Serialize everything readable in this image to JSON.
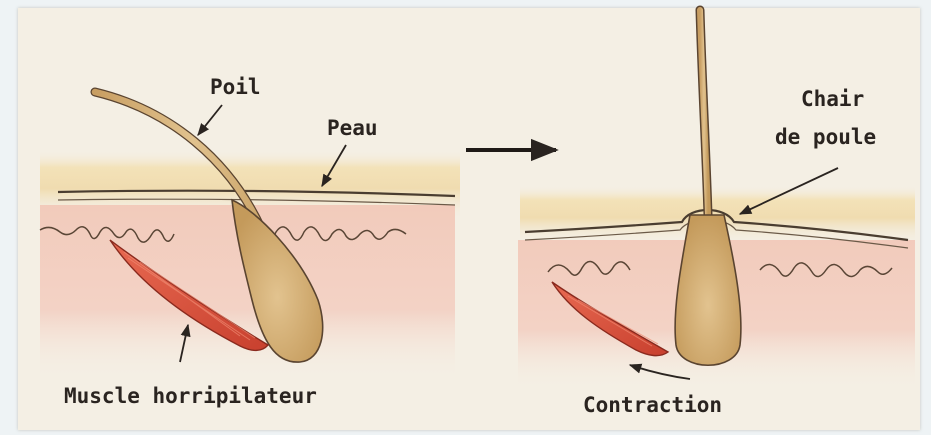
{
  "labels": {
    "poil": "Poil",
    "peau": "Peau",
    "muscle": "Muscle horripilateur",
    "chair_line1": "Chair",
    "chair_line2": "de poule",
    "contraction": "Contraction"
  },
  "colors": {
    "paper": "#f4efe4",
    "skin_top": "#f2deb0",
    "dermis": "#f1c9b8",
    "hair": "#d9ba86",
    "muscle": "#e0523c",
    "ink": "#2a2420"
  }
}
